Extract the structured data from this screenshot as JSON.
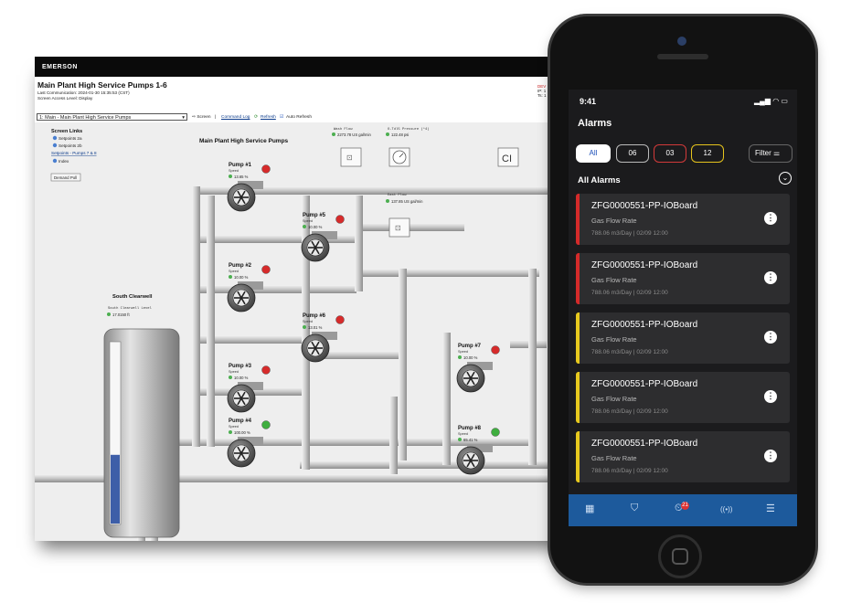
{
  "desktop": {
    "brand": "EMERSON",
    "title": "Main Plant High Service Pumps 1-6",
    "last_comm": "Last Communication: 2024-01-30 15:35:53 (CST)",
    "access": "Screen Access Level: Display",
    "right_code_a": "DEV",
    "right_code_b": "IP: 1",
    "right_code_c": "Ts: 1",
    "toolbar": {
      "select_value": "1: Main - Main Plant High Service Pumps",
      "screen_label": "Screen",
      "command_log": "Command Log",
      "refresh": "Refresh",
      "auto_refresh": "Auto Refresh"
    },
    "screen_links": {
      "title": "Screen Links",
      "items": [
        "Setpoints 2a",
        "Setpoints 2b",
        "Setpoints - Pumps 7 & 8",
        "Index"
      ],
      "demand_poll": "Demand Poll"
    },
    "diagram_title": "Main Plant High Service Pumps",
    "clearwell": {
      "title": "South Clearwell",
      "label": "South Clearwell Level",
      "value": "17.0150 ft",
      "level": 0.38
    },
    "meters": {
      "wash_flow_label": "Wash Flow",
      "wash_flow_value": "2273.78 US gal/min",
      "pressure_label": "O-Tdl5 Pressure (*4)",
      "pressure_value": "122.48 psi",
      "east_flow_label": "East Flow",
      "east_flow_value": "137.85 US gal/min",
      "ci_label": "CI"
    },
    "pumps": [
      {
        "name": "Pump #1",
        "speed_label": "Speed",
        "speed": "13.65 %",
        "status": "#d62b2b"
      },
      {
        "name": "Pump #2",
        "speed_label": "Speed",
        "speed": "10.00 %",
        "status": "#d62b2b"
      },
      {
        "name": "Pump #3",
        "speed_label": "Speed",
        "speed": "10.00 %",
        "status": "#d62b2b"
      },
      {
        "name": "Pump #4",
        "speed_label": "Speed",
        "speed": "100.00 %",
        "status": "#3fae3f"
      },
      {
        "name": "Pump #5",
        "speed_label": "Speed",
        "speed": "10.00 %",
        "status": "#d62b2b"
      },
      {
        "name": "Pump #6",
        "speed_label": "Speed",
        "speed": "13.01 %",
        "status": "#d62b2b"
      },
      {
        "name": "Pump #7",
        "speed_label": "Speed",
        "speed": "10.00 %",
        "status": "#d62b2b"
      },
      {
        "name": "Pump #8",
        "speed_label": "Speed",
        "speed": "65.41 %",
        "status": "#3fae3f"
      }
    ]
  },
  "phone": {
    "time": "9:41",
    "status_icons": "••• ⚲ ▬",
    "title": "Alarms",
    "chips": [
      {
        "label": "All",
        "border": "#ffffff",
        "bg": "#ffffff",
        "fg": "#1d4fb8"
      },
      {
        "label": "06",
        "border": "#bbbbbb",
        "bg": "transparent",
        "fg": "#ffffff"
      },
      {
        "label": "03",
        "border": "#d33a3a",
        "bg": "transparent",
        "fg": "#ffffff"
      },
      {
        "label": "12",
        "border": "#e6c41d",
        "bg": "transparent",
        "fg": "#ffffff"
      }
    ],
    "filter_label": "Filter",
    "section": "All Alarms",
    "alarms": [
      {
        "title": "ZFG0000551-PP-IOBoard",
        "sub": "Gas Flow Rate",
        "meta": "788.06 m3/Day  |  02/09 12:00",
        "color": "#d42a2a"
      },
      {
        "title": "ZFG0000551-PP-IOBoard",
        "sub": "Gas Flow Rate",
        "meta": "788.06 m3/Day  |  02/09 12:00",
        "color": "#d42a2a"
      },
      {
        "title": "ZFG0000551-PP-IOBoard",
        "sub": "Gas Flow Rate",
        "meta": "788.06 m3/Day  |  02/09 12:00",
        "color": "#e7c91e"
      },
      {
        "title": "ZFG0000551-PP-IOBoard",
        "sub": "Gas Flow Rate",
        "meta": "788.06 m3/Day  |  02/09 12:00",
        "color": "#e7c91e"
      },
      {
        "title": "ZFG0000551-PP-IOBoard",
        "sub": "Gas Flow Rate",
        "meta": "788.06 m3/Day  |  02/09 12:00",
        "color": "#e7c91e"
      }
    ],
    "nav_badge": "21",
    "nav_items": [
      "grid-icon",
      "shield-icon",
      "alarm-icon",
      "signal-icon",
      "menu-icon"
    ]
  }
}
